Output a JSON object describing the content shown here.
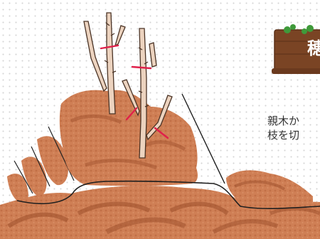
{
  "sign": {
    "text": "穂"
  },
  "caption": {
    "line1": "親木か",
    "line2": "枝を切"
  },
  "colors": {
    "soil": "#c9774d",
    "soil_dark": "#a0522d",
    "bark": "#e8cdb8",
    "bark_line": "#4a3325",
    "cut_mark": "#e0204a",
    "sign_wood": "#7a4424",
    "sign_leaf": "#3f9a3a"
  }
}
